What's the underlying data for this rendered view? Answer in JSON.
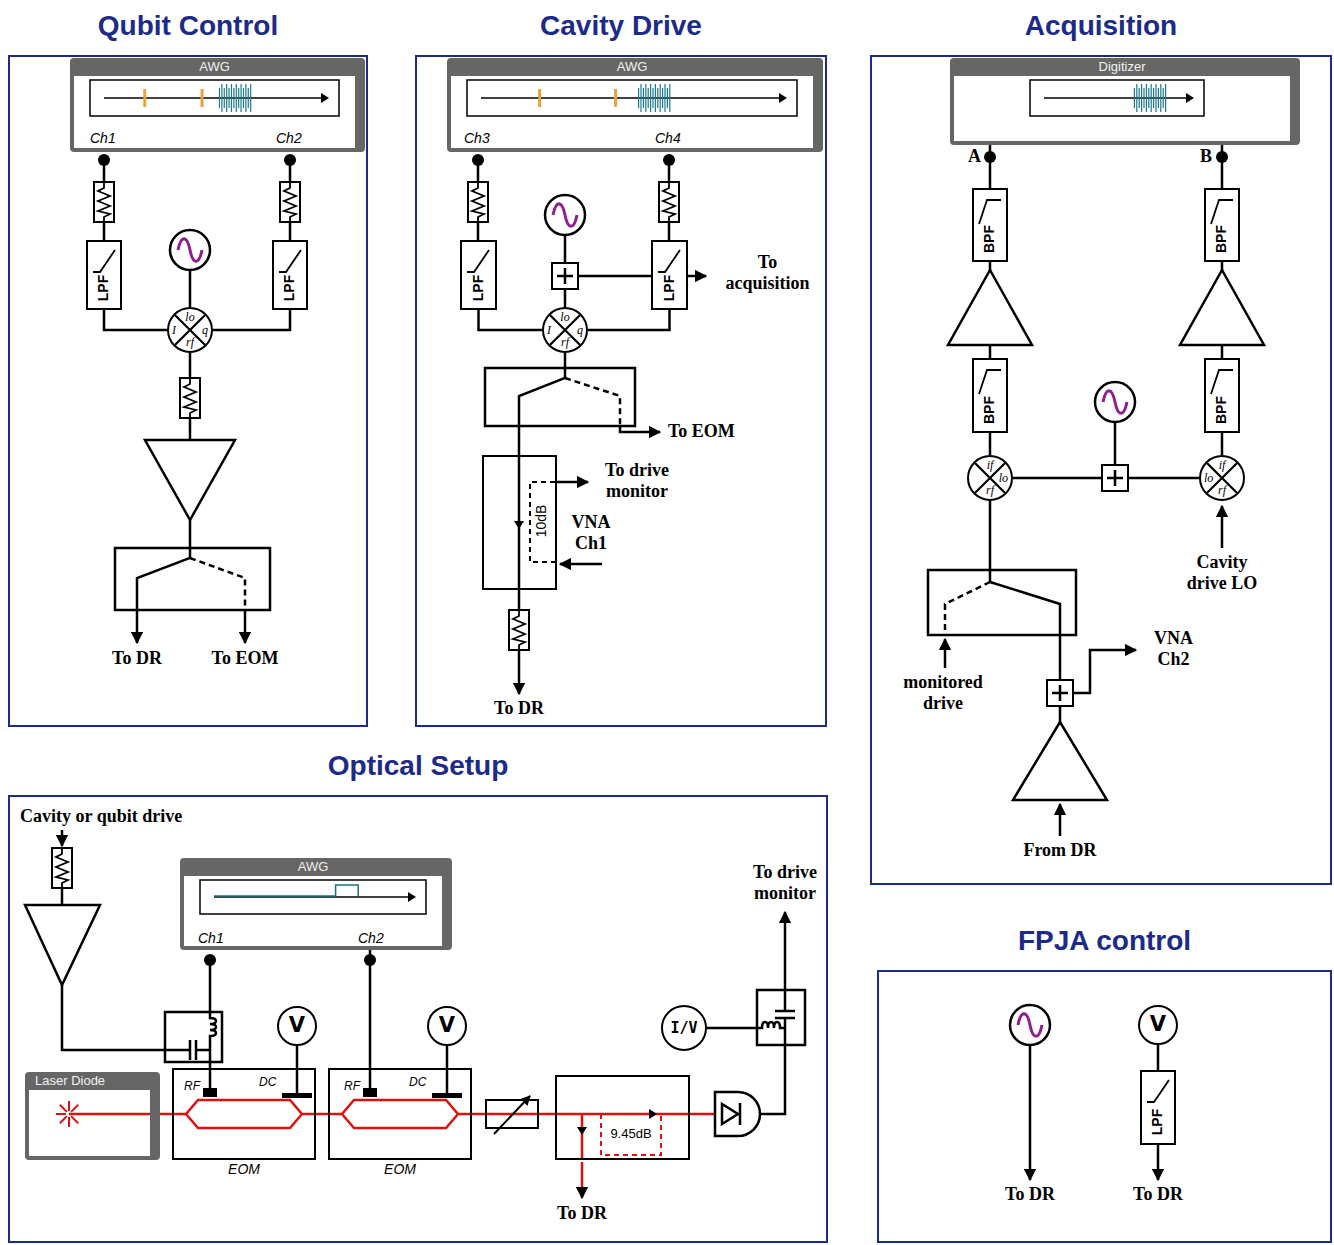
{
  "diagram": {
    "nodes": [
      {
        "text": [
          "Qubit Control"
        ]
      },
      {
        "text": [
          "AWG"
        ],
        "in": 0
      },
      {
        "text": [
          "LPF"
        ],
        "in": 0
      },
      {
        "text": [
          "LPF"
        ],
        "in": 0
      },
      {
        "text": [
          "I",
          "lo",
          "q",
          "rf"
        ],
        "in": 0
      },
      {
        "text": [
          "Cavity Drive"
        ]
      },
      {
        "text": [
          "AWG"
        ],
        "in": 5
      },
      {
        "text": [
          "LPF"
        ],
        "in": 5
      },
      {
        "text": [
          "LPF"
        ],
        "in": 5
      },
      {
        "text": [
          "I",
          "lo",
          "q",
          "rf"
        ],
        "in": 5
      },
      {
        "text": [
          "10dB"
        ],
        "in": 5
      },
      {
        "text": [
          "Acquisition"
        ]
      },
      {
        "text": [
          "Digitizer"
        ],
        "in": 11
      },
      {
        "text": [
          "BPF"
        ],
        "in": 11
      },
      {
        "text": [
          "BPF"
        ],
        "in": 11
      },
      {
        "text": [
          "BPF"
        ],
        "in": 11
      },
      {
        "text": [
          "BPF"
        ],
        "in": 11
      },
      {
        "text": [
          "if",
          "lo",
          "rf"
        ],
        "in": 11
      },
      {
        "text": [
          "if",
          "lo",
          "rf"
        ],
        "in": 11
      },
      {
        "text": [
          "Optical Setup"
        ]
      },
      {
        "text": [
          "AWG"
        ],
        "in": 19
      },
      {
        "text": [
          "V"
        ],
        "in": 19
      },
      {
        "text": [
          "V"
        ],
        "in": 19
      },
      {
        "text": [
          "Laser Diode"
        ],
        "in": 19
      },
      {
        "text": [
          "RF",
          "DC",
          "EOM"
        ],
        "in": 19
      },
      {
        "text": [
          "RF",
          "DC",
          "EOM"
        ],
        "in": 19
      },
      {
        "text": [
          "9.45dB"
        ],
        "in": 19
      },
      {
        "text": [
          "I/V"
        ],
        "in": 19
      },
      {
        "text": [
          "FPJA control"
        ]
      },
      {
        "text": [
          "V"
        ],
        "in": 28
      },
      {
        "text": [
          "LPF"
        ],
        "in": 28
      }
    ],
    "edges": [
      {
        "from": 2,
        "to": 4,
        "arrow": "none"
      },
      {
        "from": 3,
        "to": 4,
        "arrow": "none"
      },
      {
        "from": 7,
        "to": 9,
        "arrow": "none"
      },
      {
        "from": 8,
        "to": 9,
        "arrow": "none"
      },
      {
        "from": 13,
        "to": 12,
        "arrow": "none"
      },
      {
        "from": 14,
        "to": 12,
        "arrow": "none"
      },
      {
        "from": 17,
        "to": 15,
        "arrow": "none"
      },
      {
        "from": 18,
        "to": 16,
        "arrow": "none"
      },
      {
        "from": 23,
        "to": 24,
        "arrow": "none"
      },
      {
        "from": 24,
        "to": 25,
        "arrow": "none"
      },
      {
        "from": 20,
        "to": 25,
        "arrow": "none"
      },
      {
        "from": 21,
        "to": 24,
        "arrow": "none"
      },
      {
        "from": 22,
        "to": 25,
        "arrow": "none"
      },
      {
        "from": 29,
        "to": 30,
        "arrow": "none"
      }
    ],
    "labels": [
      "Ch1",
      "Ch2",
      "To DR",
      "To EOM",
      "Ch3",
      "Ch4",
      "To acquisition",
      "To EOM",
      "To drive monitor",
      "VNA Ch1",
      "To DR",
      "A",
      "B",
      "monitored drive",
      "VNA Ch2",
      "Cavity drive LO",
      "From DR",
      "Cavity or qubit drive",
      "Ch1",
      "Ch2",
      "To drive monitor",
      "To DR",
      "To DR",
      "To DR"
    ]
  }
}
